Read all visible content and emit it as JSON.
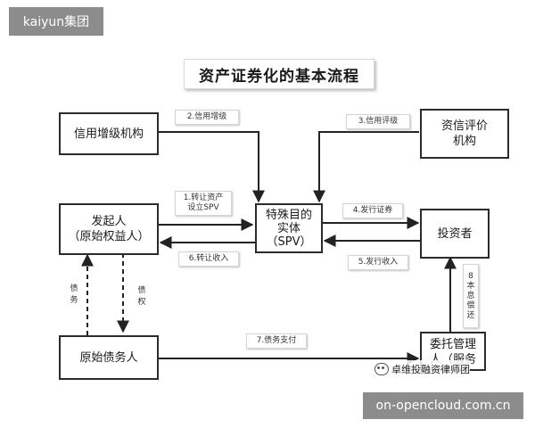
{
  "watermark_top": "kaiyun集团",
  "watermark_bottom": "on-opencloud.com.cn",
  "title": "资产证券化的基本流程",
  "nodes": {
    "credit_enhancer": "信用增级机构",
    "rating_agency": [
      "资信评价",
      "机构"
    ],
    "originator": [
      "发起人",
      "（原始权益人）"
    ],
    "spv": [
      "特殊目的",
      "实体",
      "（SPV）"
    ],
    "investor": "投资者",
    "obligor": "原始债务人",
    "trustee": [
      "委托管理",
      "人（服务"
    ]
  },
  "flows": {
    "f1": [
      "1.转让资产",
      "设立SPV"
    ],
    "f2": "2.信用增级",
    "f3": "3.信用评级",
    "f4": "4.发行证券",
    "f5": "5.发行收入",
    "f6": "6.转让收入",
    "f7": "7.债务支付",
    "f8": [
      "8",
      "本",
      "息",
      "偿",
      "还"
    ],
    "debt": [
      "债",
      "务"
    ],
    "claim": [
      "债",
      "权"
    ]
  },
  "wechat_label": "卓维投融资律师团"
}
